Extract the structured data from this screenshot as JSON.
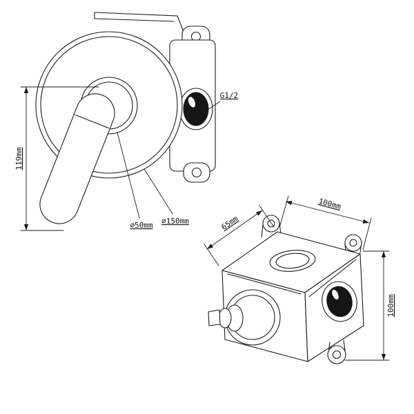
{
  "drawing": {
    "background_color": "#ffffff",
    "line_color": "#1a1a1a",
    "front_view": {
      "height_label": "119mm",
      "handle_hub_diameter_label": "⌀50mm",
      "plate_diameter_label": "⌀150mm",
      "connection_thread_label": "G1/2"
    },
    "iso_view": {
      "top_width_label": "100mm",
      "depth_label": "65mm",
      "height_label": "100mm"
    }
  }
}
